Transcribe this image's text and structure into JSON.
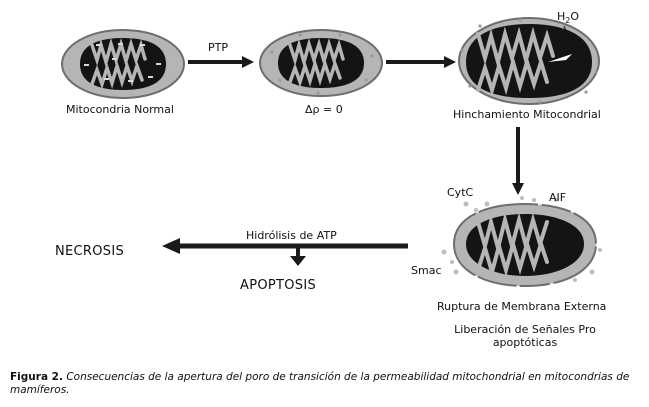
{
  "labels": {
    "ptp": "PTP",
    "normal": "Mitocondria Normal",
    "delta": "Δρ = 0",
    "h2o_main": "H",
    "h2o_sub": "2",
    "h2o_o": "O",
    "swelling": "Hinchamiento Mitocondrial",
    "cytc": "CytC",
    "aif": "AIF",
    "smac": "Smac",
    "atp": "Hidrólisis de ATP",
    "necrosis": "NECROSIS",
    "apoptosis": "APOPTOSIS",
    "rupture": "Ruptura de Membrana Externa",
    "release_line1": "Liberación de Señales Pro",
    "release_line2": "apoptóticas"
  },
  "caption": {
    "prefix": "Figura 2.",
    "text": "Consecuencias de la apertura del poro de transición de la permeabilidad mitochondrial en mitocondrias de mamíferos."
  },
  "colors": {
    "membrane_outer": "#7a7a7a",
    "membrane_fill": "#b5b5b5",
    "matrix": "#141414",
    "arrow": "#1a1a1a",
    "dots": "#bdbdbd"
  }
}
